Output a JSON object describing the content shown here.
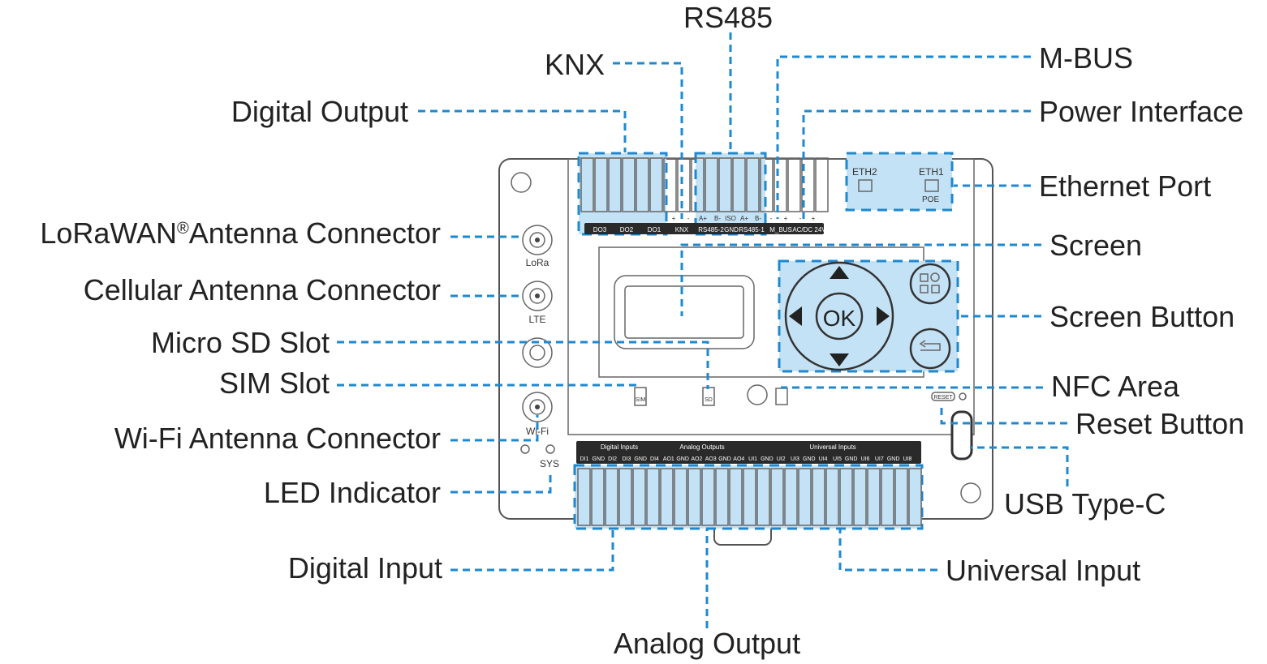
{
  "callouts": {
    "rs485": "RS485",
    "knx": "KNX",
    "digital_output": "Digital Output",
    "m_bus": "M-BUS",
    "power_interface": "Power Interface",
    "ethernet_port": "Ethernet Port",
    "lorawan": "LoRaWAN",
    "lorawan_reg": "®",
    "lorawan_rest": "Antenna Connector",
    "cellular": "Cellular Antenna Connector",
    "micro_sd": "Micro SD Slot",
    "sim": "SIM Slot",
    "wifi": "Wi-Fi Antenna Connector",
    "led": "LED Indicator",
    "digital_input": "Digital Input",
    "analog_output": "Analog Output",
    "universal_input": "Universal Input",
    "usb_c": "USB Type-C",
    "reset_button": "Reset Button",
    "nfc": "NFC Area",
    "screen_button": "Screen Button",
    "screen": "Screen"
  },
  "device": {
    "top_labels": [
      "DO3",
      "DO2",
      "DO1",
      "KNX",
      "RS485-2",
      "GND",
      "RS485-1",
      "M_BUS",
      "AC/DC 24V"
    ],
    "top_sublabels": [
      "+",
      "-",
      "A+",
      "B-",
      "ISO",
      "A+",
      "B-",
      "-",
      "+",
      "-",
      "+"
    ],
    "eth2": "ETH2",
    "eth1": "ETH1",
    "poe": "POE",
    "lora": "LoRa",
    "lte": "LTE",
    "wifi": "Wi-Fi",
    "sys": "SYS",
    "sim": "SIM",
    "sd": "SD",
    "reset": "RESET",
    "ok": "OK",
    "groups": [
      "Digital Inputs",
      "Analog Outputs",
      "Universal Inputs"
    ],
    "bottom_pins": [
      "DI1",
      "GND",
      "DI2",
      "DI3",
      "GND",
      "DI4",
      "AO1",
      "GND",
      "AO2",
      "AO3",
      "GND",
      "AO4",
      "UI1",
      "GND",
      "UI2",
      "UI3",
      "GND",
      "UI4",
      "UI5",
      "GND",
      "UI6",
      "UI7",
      "GND",
      "UI8"
    ]
  },
  "colors": {
    "callout_line": "#1e88d0",
    "highlight": "#c4e2f5"
  }
}
